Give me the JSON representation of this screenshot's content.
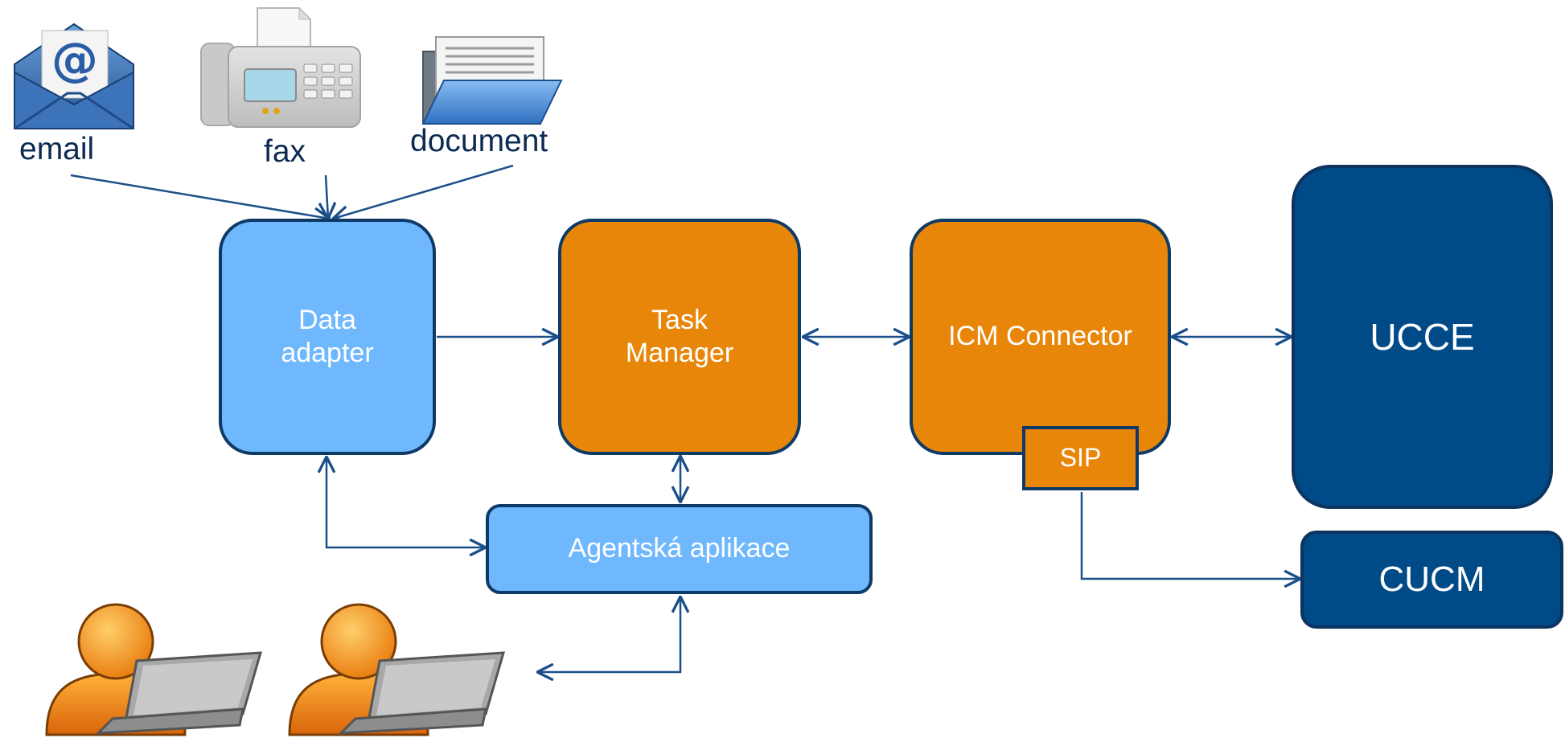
{
  "sources": {
    "email": {
      "label": "email",
      "icon": "email-icon"
    },
    "fax": {
      "label": "fax",
      "icon": "fax-icon"
    },
    "document": {
      "label": "document",
      "icon": "document-folder-icon"
    }
  },
  "nodes": {
    "data_adapter": "Data\nadapter",
    "task_manager": "Task\nManager",
    "icm_connector": "ICM Connector",
    "sip": "SIP",
    "ucce": "UCCE",
    "cucm": "CUCM",
    "agent_app": "Agentská aplikace"
  },
  "agents": [
    {
      "icon": "agent-with-laptop-icon"
    },
    {
      "icon": "agent-with-laptop-icon"
    }
  ],
  "colors": {
    "light_blue": "#6fb8fd",
    "orange": "#e8860a",
    "navy": "#004a88",
    "line": "#1b4f8a",
    "label_text": "#0c2a52"
  }
}
